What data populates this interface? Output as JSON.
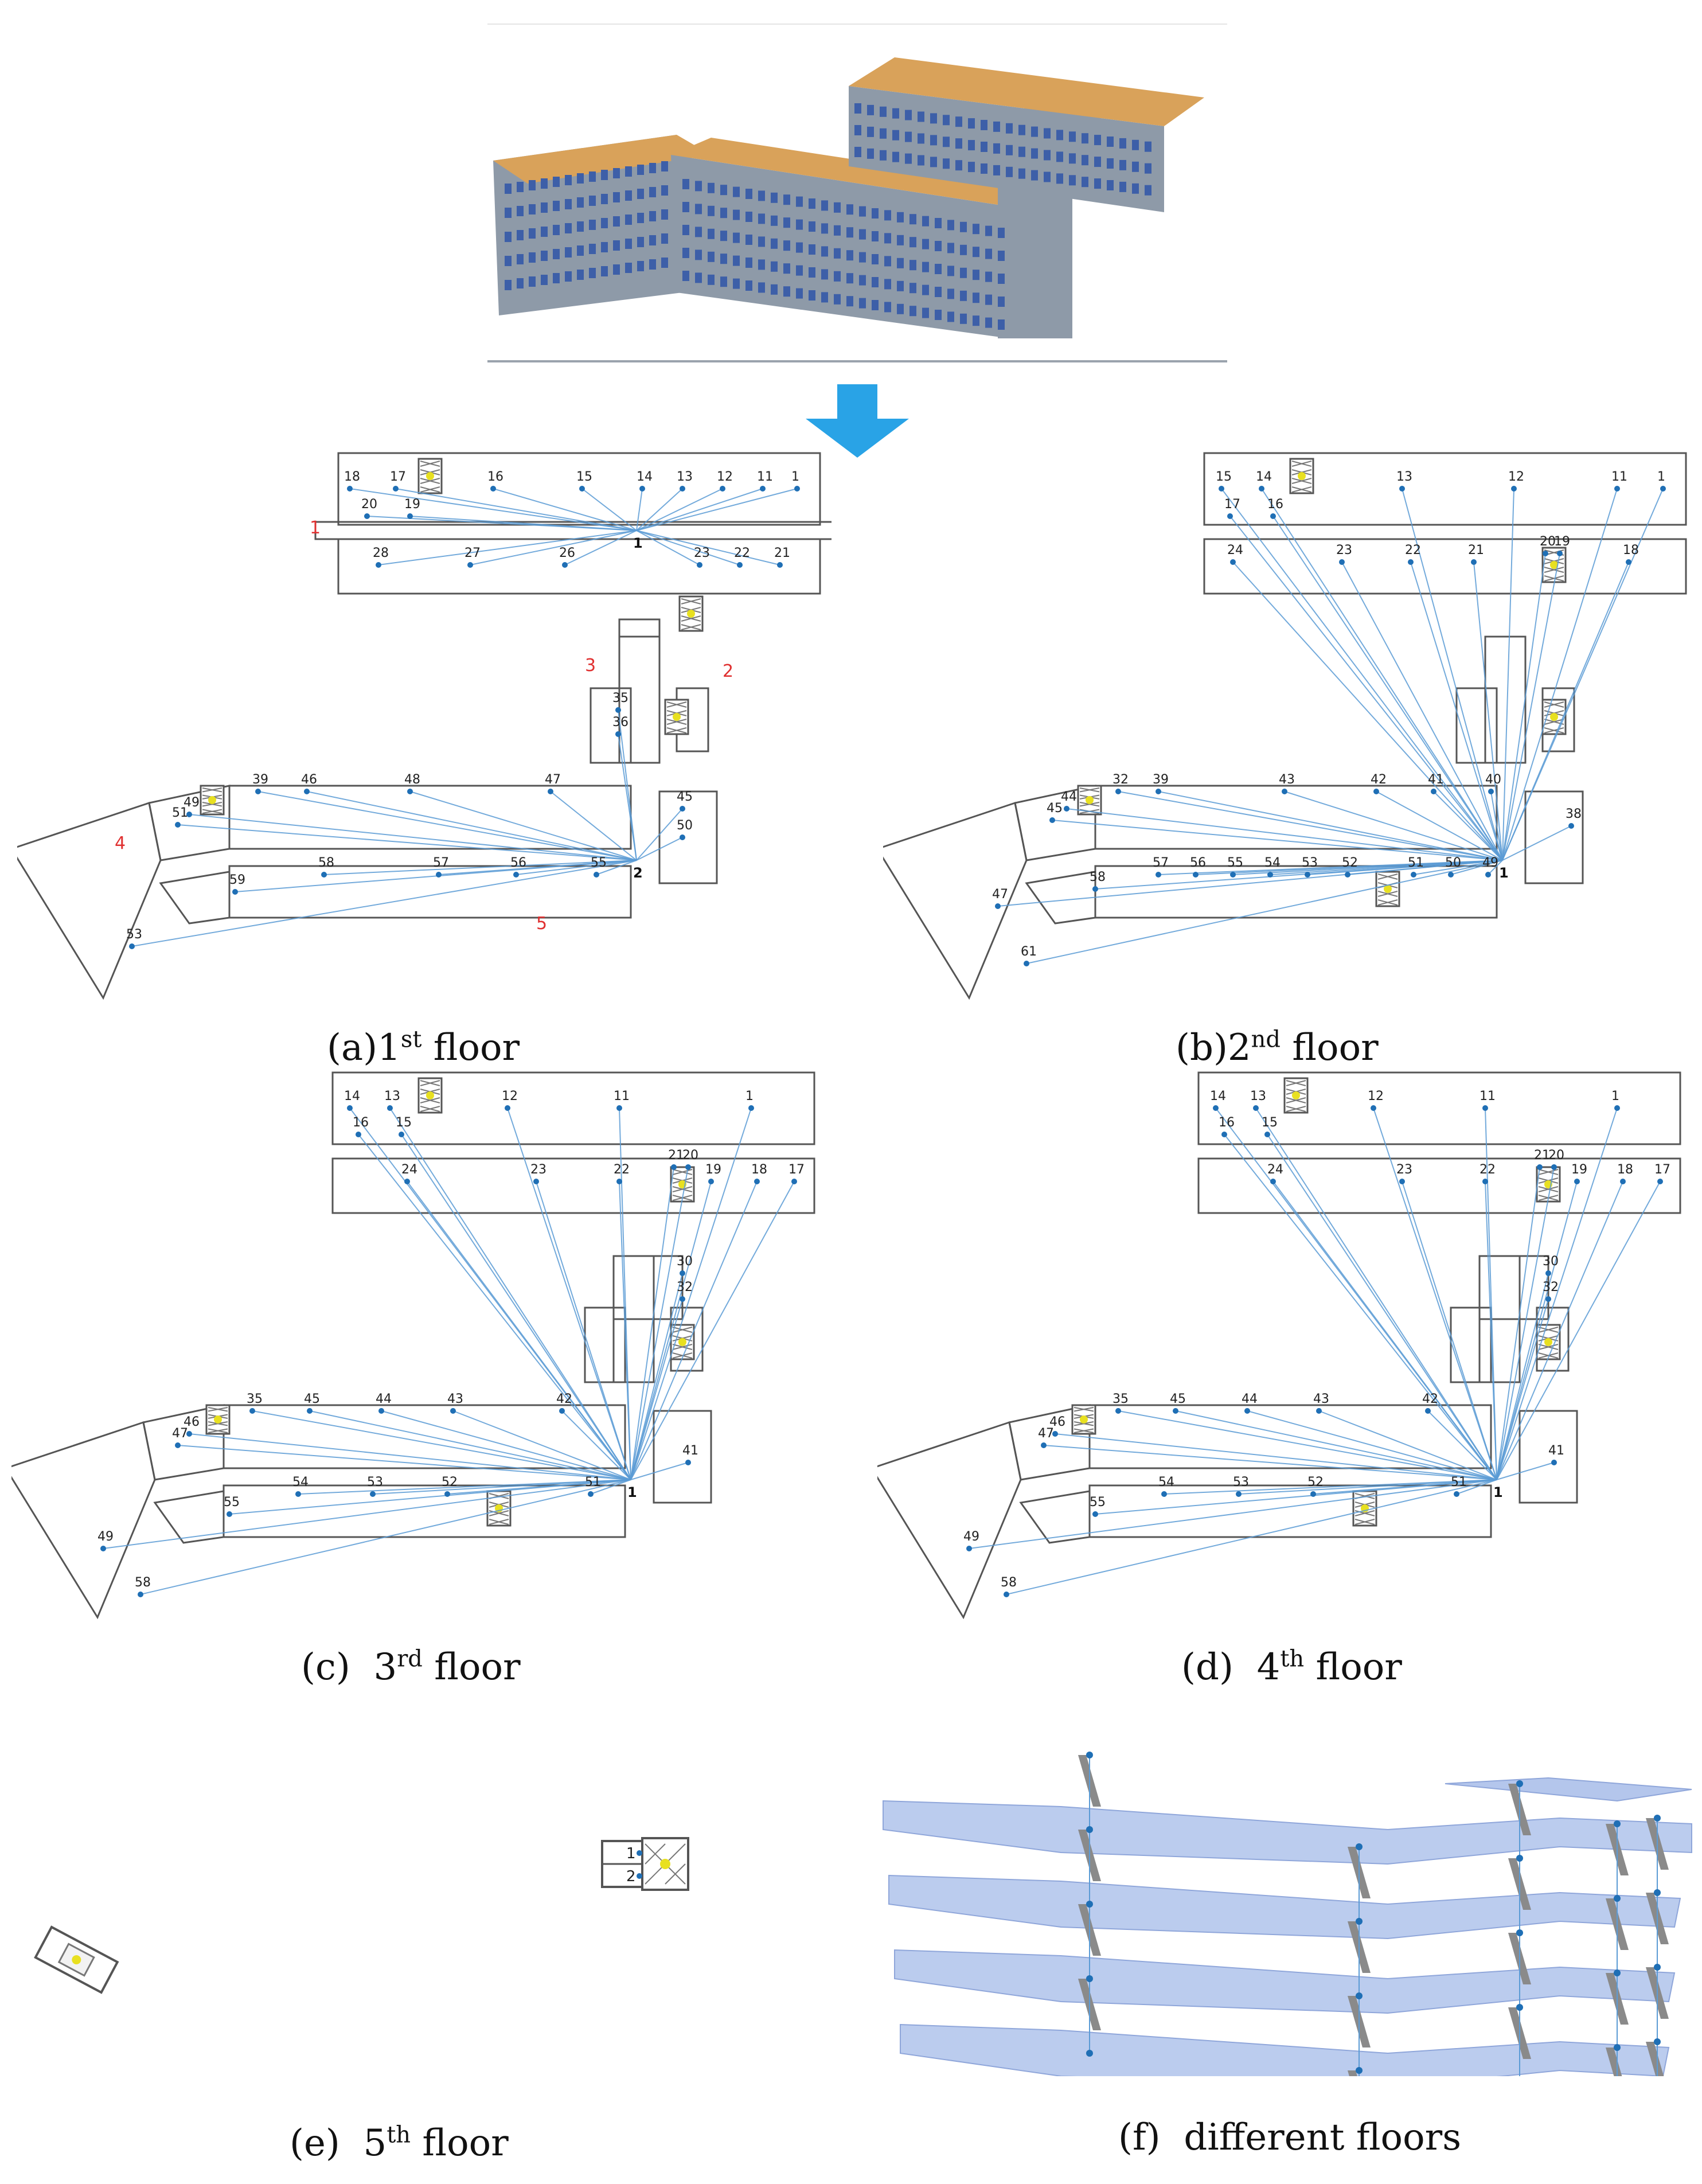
{
  "captions": {
    "a": {
      "prefix": "(a)1",
      "sup": "st",
      "suffix": " floor"
    },
    "b": {
      "prefix": "(b)2",
      "sup": "nd",
      "suffix": " floor"
    },
    "c": {
      "prefix": "(c)  3",
      "sup": "rd",
      "suffix": " floor"
    },
    "d": {
      "prefix": "(d)  4",
      "sup": "th",
      "suffix": " floor"
    },
    "e": {
      "prefix": "(e)  5",
      "sup": "th",
      "suffix": " floor"
    },
    "f": {
      "text": "(f)  different floors"
    }
  },
  "floor1": {
    "entrances": [
      "1",
      "2",
      "3",
      "4",
      "5"
    ],
    "hub_labels": [
      "1",
      "2"
    ],
    "rooms": [
      "18",
      "17",
      "16",
      "15",
      "14",
      "13",
      "12",
      "11",
      "1",
      "20",
      "19",
      "28",
      "27",
      "26",
      "23",
      "22",
      "21",
      "35",
      "36",
      "39",
      "46",
      "48",
      "47",
      "45",
      "50",
      "49",
      "51",
      "53",
      "59",
      "58",
      "57",
      "56",
      "55"
    ]
  },
  "floor2": {
    "hub_label": "1",
    "rooms": [
      "15",
      "14",
      "13",
      "12",
      "11",
      "1",
      "17",
      "16",
      "24",
      "23",
      "22",
      "21",
      "20",
      "19",
      "18",
      "39",
      "32",
      "43",
      "42",
      "41",
      "40",
      "38",
      "45",
      "44",
      "47",
      "58",
      "57",
      "56",
      "55",
      "54",
      "53",
      "52",
      "51",
      "50",
      "49",
      "61"
    ]
  },
  "floor3": {
    "hub_label": "1",
    "rooms": [
      "14",
      "13",
      "12",
      "11",
      "1",
      "16",
      "15",
      "24",
      "23",
      "22",
      "21",
      "20",
      "19",
      "18",
      "17",
      "30",
      "32",
      "35",
      "45",
      "44",
      "43",
      "42",
      "41",
      "47",
      "46",
      "49",
      "55",
      "54",
      "53",
      "52",
      "51",
      "58"
    ]
  },
  "floor4": {
    "hub_label": "1",
    "rooms": [
      "14",
      "13",
      "12",
      "11",
      "1",
      "16",
      "15",
      "24",
      "23",
      "22",
      "21",
      "20",
      "19",
      "18",
      "17",
      "30",
      "32",
      "35",
      "45",
      "44",
      "43",
      "42",
      "41",
      "47",
      "46",
      "49",
      "55",
      "54",
      "53",
      "52",
      "51",
      "58"
    ]
  },
  "floor5": {
    "rooms": [
      "1",
      "2"
    ]
  },
  "colors": {
    "line": "#5b9bd5",
    "node": "#1f6fb5",
    "wall": "#555555",
    "entrance": "#e03030",
    "arrow": "#29a3e6",
    "floor_plate": "#b4c6ec",
    "stair": "#8a8a8a",
    "roof": "#d9a25a",
    "facade": "#8e9aa8"
  }
}
